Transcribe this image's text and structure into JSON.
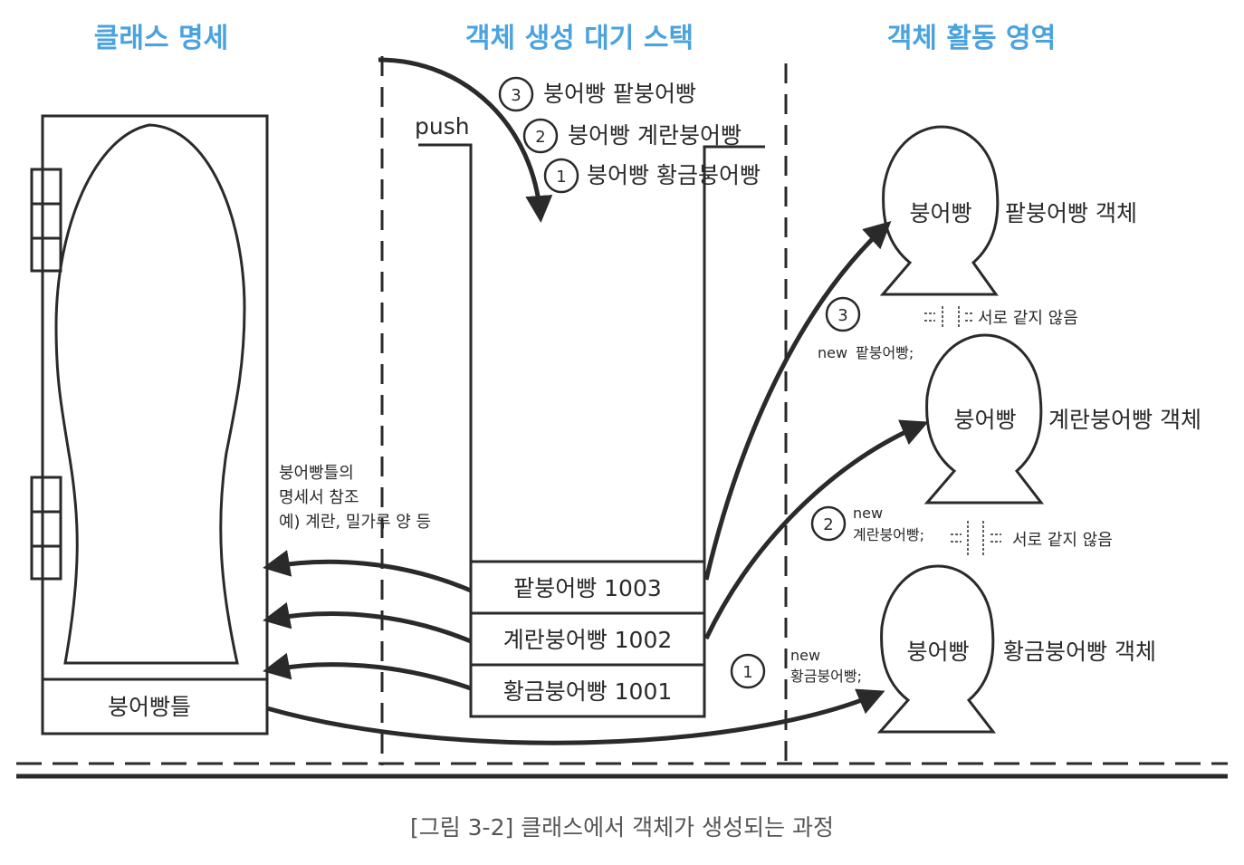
{
  "headings": {
    "class_spec": "클래스 명세",
    "stack": "객체 생성 대기 스택",
    "active_area": "객체 활동 영역"
  },
  "push_label": "push",
  "queue": [
    {
      "num": "3",
      "text": "붕어빵 팥붕어빵"
    },
    {
      "num": "2",
      "text": "붕어빵 계란붕어빵"
    },
    {
      "num": "1",
      "text": "붕어빵 황금붕어빵"
    }
  ],
  "stack_entries": [
    {
      "text": "팥붕어빵 1003"
    },
    {
      "text": "계란붕어빵 1002"
    },
    {
      "text": "황금붕어빵 1001"
    }
  ],
  "mold": {
    "label": "붕어빵틀"
  },
  "reference_note": [
    "붕어빵틀의",
    "명세서 참조",
    "예) 계란, 밀가루 양 등"
  ],
  "objects": [
    {
      "head": "붕어빵",
      "label": "팥붕어빵 객체"
    },
    {
      "head": "붕어빵",
      "label": "계란붕어빵 객체"
    },
    {
      "head": "붕어빵",
      "label": "황금붕어빵 객체"
    }
  ],
  "creations": [
    {
      "num": "3",
      "new_kw": "new",
      "type": "팥붕어빵;"
    },
    {
      "num": "2",
      "new_kw": "new",
      "type": "계란붕어빵;"
    },
    {
      "num": "1",
      "new_kw": "new",
      "type": "황금붕어빵;"
    }
  ],
  "not_equal_label": "서로 같지 않음",
  "caption": "[그림 3-2] 클래스에서 객체가 생성되는 과정",
  "colors": {
    "heading": "#4aa3df",
    "ink": "#2a2a2a"
  }
}
